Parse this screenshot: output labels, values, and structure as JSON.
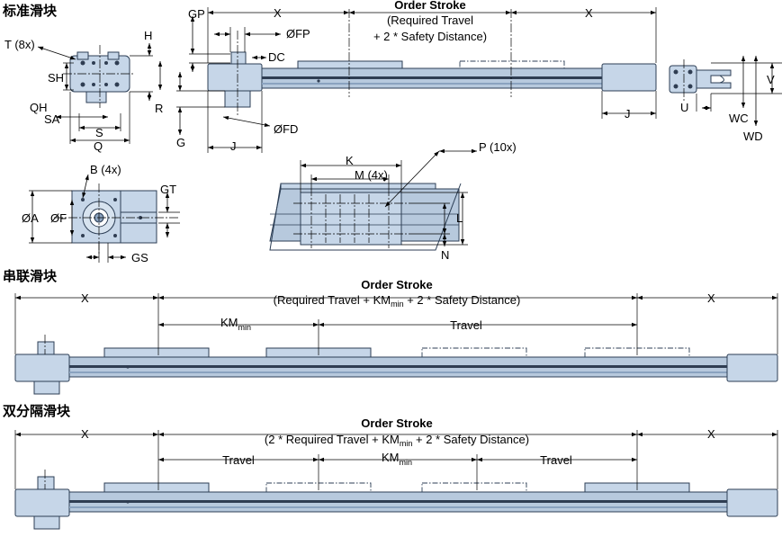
{
  "section_titles": {
    "standard": "标准滑块",
    "tandem": "串联滑块",
    "bi_parting": "双分隔滑块"
  },
  "labels": {
    "T": "T (8x)",
    "H": "H",
    "SH": "SH",
    "QH": "QH",
    "SA": "SA",
    "S": "S",
    "Q": "Q",
    "GP": "GP",
    "FP": "ØFP",
    "DC": "DC",
    "R": "R",
    "G": "G",
    "J": "J",
    "FD": "ØFD",
    "V": "V",
    "U": "U",
    "WC": "WC",
    "WD": "WD",
    "B": "B (4x)",
    "A": "ØA",
    "F": "ØF",
    "GT": "GT",
    "GS": "GS",
    "K": "K",
    "M": "M (4x)",
    "P": "P (10x)",
    "L": "L",
    "N": "N",
    "X": "X",
    "Travel": "Travel",
    "KM": "KM",
    "KM_sub": "min"
  },
  "order_stroke": {
    "title": "Order Stroke",
    "standard_line1": "(Required Travel",
    "standard_line2": "+ 2 * Safety Distance)",
    "tandem_pre": "(Required Travel + KM",
    "tandem_sub": "min",
    "tandem_post": " + 2 * Safety Distance)",
    "bi_pre": "(2 * Required Travel + KM",
    "bi_sub": "min",
    "bi_post": " + 2 * Safety Distance)"
  }
}
